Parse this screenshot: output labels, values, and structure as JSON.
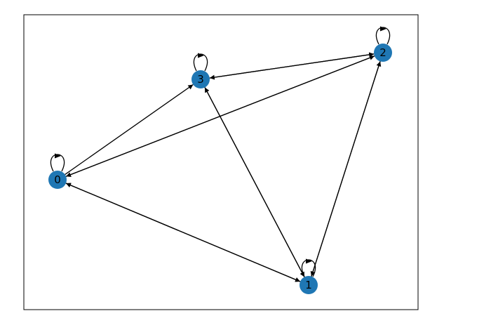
{
  "colors": {
    "node_fill": "#1f77b4",
    "edge": "#000000",
    "frame": "#000000",
    "label": "#000000"
  },
  "graph": {
    "directed": true,
    "nodes": [
      {
        "id": "0",
        "label": "0"
      },
      {
        "id": "1",
        "label": "1"
      },
      {
        "id": "2",
        "label": "2"
      },
      {
        "id": "3",
        "label": "3"
      }
    ],
    "edges": [
      {
        "source": "0",
        "target": "0"
      },
      {
        "source": "1",
        "target": "1"
      },
      {
        "source": "2",
        "target": "2"
      },
      {
        "source": "3",
        "target": "3"
      },
      {
        "source": "0",
        "target": "3"
      },
      {
        "source": "0",
        "target": "2"
      },
      {
        "source": "2",
        "target": "0"
      },
      {
        "source": "0",
        "target": "1"
      },
      {
        "source": "1",
        "target": "0"
      },
      {
        "source": "3",
        "target": "2"
      },
      {
        "source": "2",
        "target": "3"
      },
      {
        "source": "3",
        "target": "1"
      },
      {
        "source": "1",
        "target": "3"
      },
      {
        "source": "1",
        "target": "2"
      },
      {
        "source": "2",
        "target": "1"
      }
    ]
  }
}
